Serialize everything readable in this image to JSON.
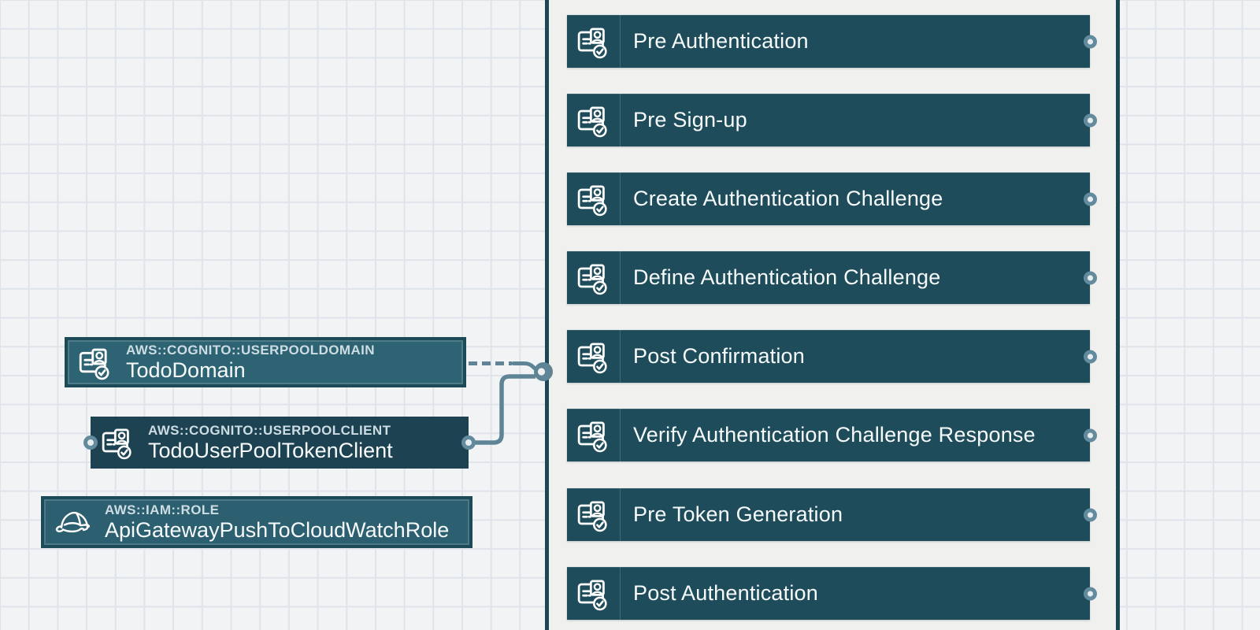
{
  "diagram": {
    "container": {
      "name": "cognito-user-pool-container"
    },
    "pool_rows": [
      {
        "label": "Pre Authentication"
      },
      {
        "label": "Pre Sign-up"
      },
      {
        "label": "Create Authentication Challenge"
      },
      {
        "label": "Define Authentication Challenge"
      },
      {
        "label": "Post Confirmation"
      },
      {
        "label": "Verify Authentication Challenge Response"
      },
      {
        "label": "Pre Token Generation"
      },
      {
        "label": "Post Authentication"
      }
    ],
    "nodes": [
      {
        "type": "AWS::COGNITO::USERPOOLDOMAIN",
        "name": "TodoDomain",
        "icon": "cognito-user-pool-icon",
        "state": "selected"
      },
      {
        "type": "AWS::COGNITO::USERPOOLCLIENT",
        "name": "TodoUserPoolTokenClient",
        "icon": "cognito-user-pool-icon",
        "state": "default"
      },
      {
        "type": "AWS::IAM::ROLE",
        "name": "ApiGatewayPushToCloudWatchRole",
        "icon": "iam-role-icon",
        "state": "default"
      }
    ],
    "edges": [
      {
        "from": "TodoDomain",
        "to": "cognito-user-pool-container",
        "style": "dashed"
      },
      {
        "from": "TodoUserPoolTokenClient",
        "to": "cognito-user-pool-container",
        "style": "solid"
      }
    ],
    "icons": {
      "row_icon": "cognito-user-pool-icon"
    },
    "colors": {
      "canvas_bg": "#f1f3f5",
      "grid_line": "#dee4ea",
      "container_fill": "#f0f0ee",
      "container_border": "#1d4755",
      "row_fill": "#1e4c5a",
      "node_selected_fill": "#2d6373",
      "node_border": "#1d4a57",
      "node_dark_fill": "#1d4252",
      "iam_fill": "#2c5f70",
      "edge": "#5f8496",
      "port_ring": "#628b9e"
    }
  }
}
